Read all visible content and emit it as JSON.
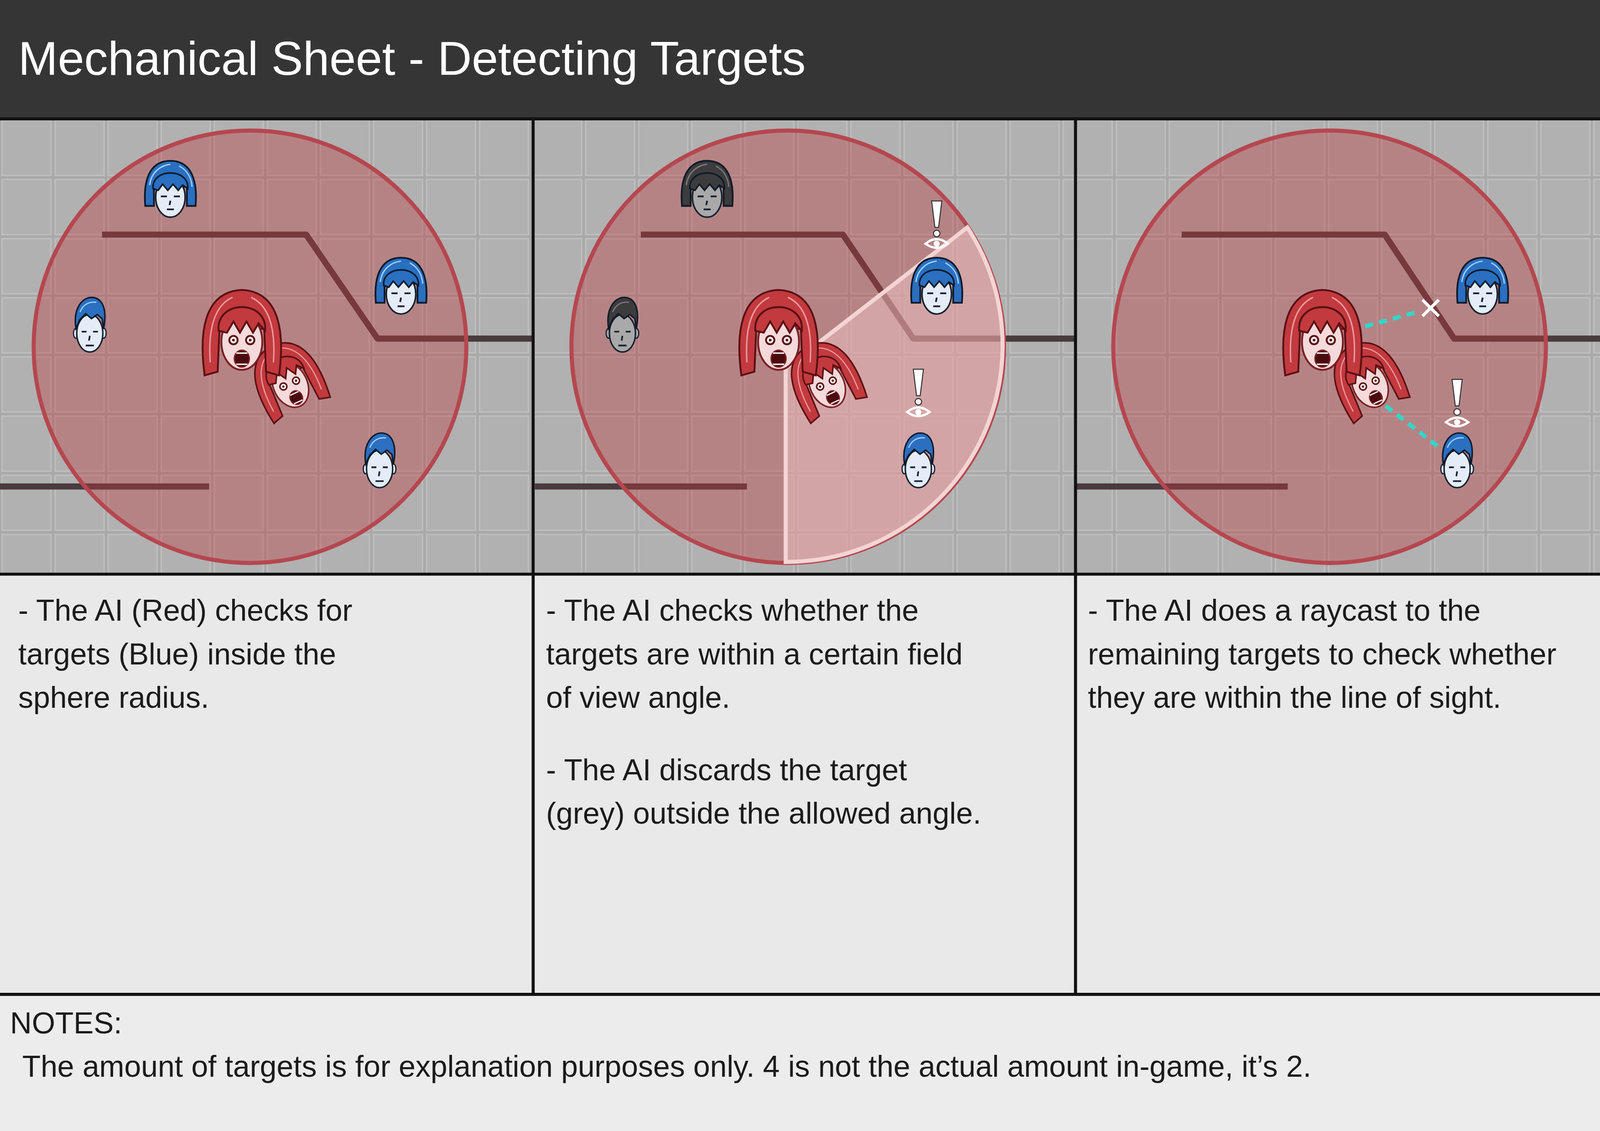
{
  "diagram": {
    "title": "Mechanical Sheet - Detecting Targets",
    "nodes": [
      {
        "text": [
          "- The AI (Red) checks for targets (Blue) inside the sphere radius."
        ]
      },
      {
        "text": [
          "- The AI checks whether the targets are within a certain field of view angle.",
          "- The AI discards the target (grey) outside the allowed angle."
        ]
      },
      {
        "text": [
          "- The AI does a raycast to the remaining targets to check whether they are within the line of sight."
        ]
      },
      {
        "text": [
          "NOTES:",
          "The amount of targets is for explanation purposes only. 4 is not the actual amount in-game, it’s 2."
        ]
      }
    ]
  }
}
